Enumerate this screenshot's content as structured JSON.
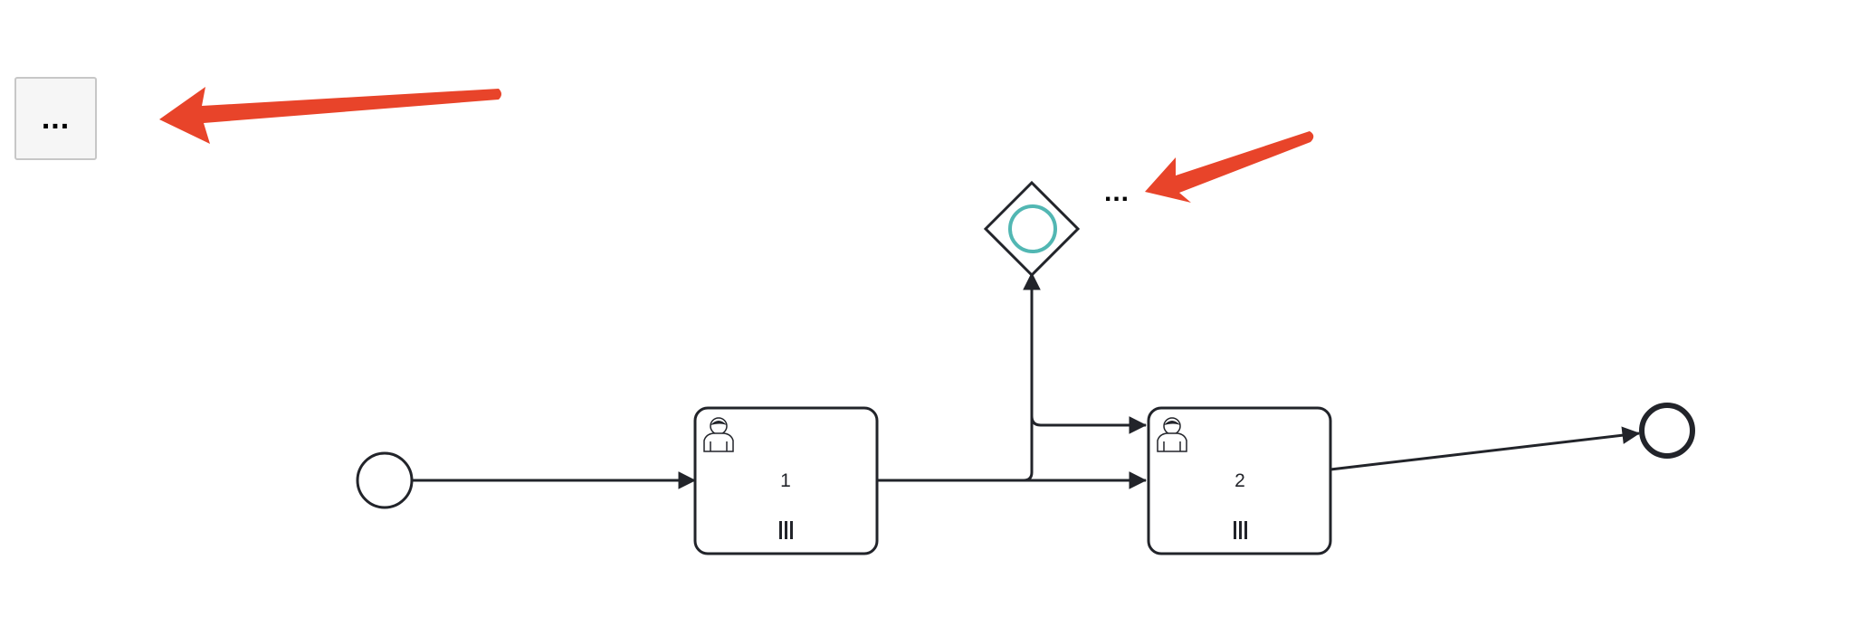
{
  "toolbar": {
    "more_button_label": "..."
  },
  "diagram": {
    "start_event": {
      "type": "start-event"
    },
    "tasks": [
      {
        "id": "task-1",
        "label": "1",
        "type": "user-task",
        "marker": "parallel-multi-instance-icon"
      },
      {
        "id": "task-2",
        "label": "2",
        "type": "user-task",
        "marker": "parallel-multi-instance-icon"
      }
    ],
    "gateway": {
      "type": "event-based-gateway",
      "more_label": "..."
    },
    "end_event": {
      "type": "end-event"
    }
  },
  "colors": {
    "stroke": "#22242a",
    "gateway_circle": "#52b7b3",
    "annotation_arrow": "#e8442a",
    "button_bg": "#f6f6f6",
    "button_border": "#c7c7c7"
  },
  "icons": [
    "user-icon",
    "parallel-multi-instance-icon",
    "arrowhead-icon",
    "annotation-arrow-icon"
  ]
}
